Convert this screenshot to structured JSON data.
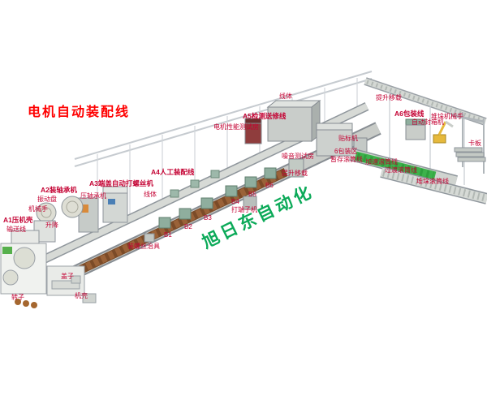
{
  "title": "电机自动装配线",
  "watermark": "旭日东自动化",
  "stations": {
    "a1": "A1压机壳",
    "a2": "A2装轴承机",
    "a3": "A3端盖自动打螺丝机",
    "a4": "A4人工装配线",
    "a5": "A5检测送修线",
    "a6": "A6包装线"
  },
  "labels": {
    "conveyor_line": "输送线",
    "robot_arm": "机械手",
    "vibration_plate": "振动盘",
    "press_bearing": "压轴承机",
    "lift": "升降",
    "line_body_1": "线体",
    "screw_fixture": "装螺丝治具",
    "b1": "B1",
    "b2": "B2",
    "b3": "B3",
    "b4": "B4",
    "b5": "B5",
    "b6": "B6",
    "terminal_machine": "打端子机",
    "lift_transfer_1": "提升移载",
    "motor_test_room": "电机性能测试房",
    "noise_test_room": "噪音测试房",
    "line_body_2": "线体",
    "labeling_machine": "贴标机",
    "lift_transfer_2": "提升移载",
    "auto_box_sealer": "自动封箱机",
    "stacking_robot": "堆垛机械手",
    "pallet": "卡板",
    "packaging_zone": "6包装区",
    "temp_roller_line": "暂存滚筒线",
    "accel_roller_line": "加速滚筒线",
    "transition_roller_line": "过渡滚筒线",
    "stacking_roller_line": "堆垛滚筒线",
    "rotor": "转子",
    "cover": "盖子",
    "housing": "机壳"
  },
  "colors": {
    "title": "#ff0000",
    "label": "#c40233",
    "watermark": "#00a651",
    "belt_brown": "#7b4b28",
    "belt_green": "#3db24b",
    "machine_gray": "#c9cdca"
  }
}
